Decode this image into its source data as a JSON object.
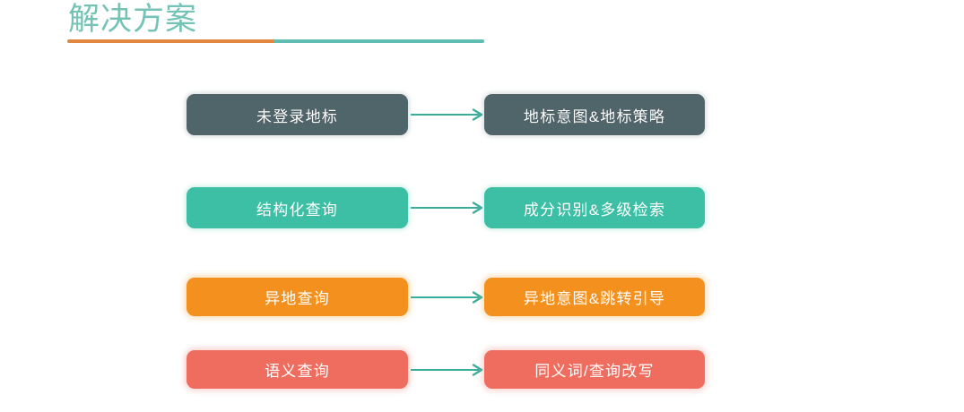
{
  "header": {
    "title": "解决方案",
    "title_color": "#74c3b6",
    "rule": {
      "left_color": "#e2873f",
      "right_color": "#5fbdb2"
    }
  },
  "flow": {
    "arrow_color": "#3aae9c",
    "arrow_icon": "arrow-right-icon",
    "rows": [
      {
        "id": "row-unlogged-landmark",
        "color": "#50656a",
        "source": "未登录地标",
        "target": "地标意图&地标策略"
      },
      {
        "id": "row-structured-query",
        "color": "#3dbfa5",
        "source": "结构化查询",
        "target": "成分识别&多级检索"
      },
      {
        "id": "row-remote-query",
        "color": "#f4911e",
        "source": "异地查询",
        "target": "异地意图&跳转引导"
      },
      {
        "id": "row-semantic-query",
        "color": "#ef6d5f",
        "source": "语义查询",
        "target": "同义词/查询改写"
      }
    ]
  }
}
